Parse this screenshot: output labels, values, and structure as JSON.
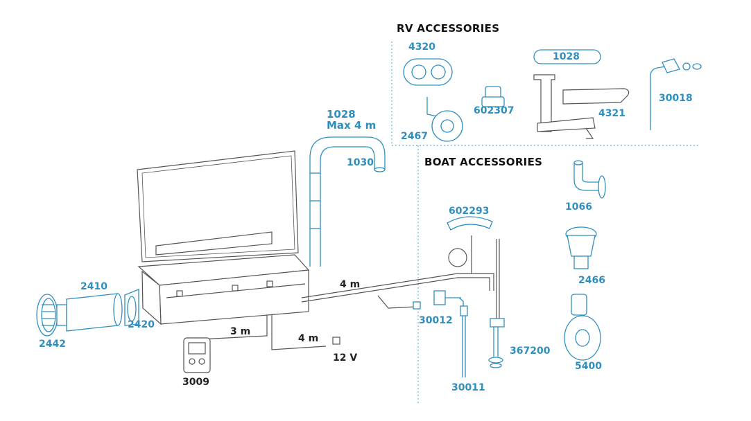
{
  "sections": {
    "rv": "RV ACCESSORIES",
    "boat": "BOAT ACCESSORIES"
  },
  "labels": {
    "p4320": "4320",
    "p1028_rv": "1028",
    "p602307": "602307",
    "p2467": "2467",
    "p4321": "4321",
    "p30018": "30018",
    "p1028": "1028",
    "max4m": "Max 4 m",
    "p1030": "1030",
    "p602293": "602293",
    "p1066": "1066",
    "p2466": "2466",
    "p2410": "2410",
    "p2420": "2420",
    "p2442": "2442",
    "len4m_top": "4 m",
    "len3m": "3 m",
    "len4m_bottom": "4 m",
    "v12": "12 V",
    "p3009": "3009",
    "p30012": "30012",
    "p367200": "367200",
    "p30011": "30011",
    "p5400": "5400"
  },
  "colors": {
    "label_blue": "#2e8fbf",
    "line_gray": "#555555",
    "divider": "#6aaed6",
    "heading": "#111111"
  }
}
